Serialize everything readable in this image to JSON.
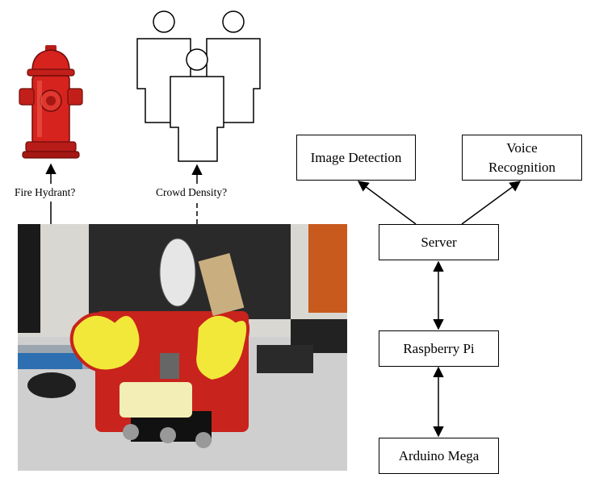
{
  "left_diagram": {
    "hydrant_label": "Fire Hydrant?",
    "crowd_label": "Crowd Density?"
  },
  "architecture": {
    "image_detection": "Image Detection",
    "voice_recognition": "Voice Recognition",
    "server": "Server",
    "raspberry_pi": "Raspberry Pi",
    "arduino_mega": "Arduino Mega"
  },
  "icons": [
    "fire-hydrant-icon",
    "crowd-icon",
    "robot-photo"
  ],
  "colors": {
    "hydrant_red": "#d6231e",
    "robot_red": "#c8231c",
    "flame_yellow": "#f2e83a"
  }
}
